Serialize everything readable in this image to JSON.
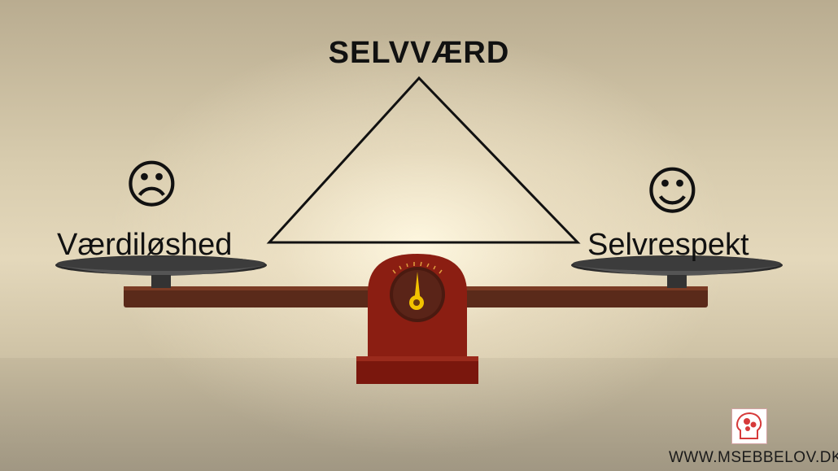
{
  "title": "SELVVÆRD",
  "left_label": "Værdiløshed",
  "right_label": "Selvrespekt",
  "left_face_icon": "sad-face-icon",
  "right_face_icon": "happy-face-icon",
  "left_face_glyph": "☹",
  "right_face_glyph": "☺",
  "watermark": "WWW.MSEBBELOV.DK",
  "colors": {
    "scale_base": "#8b1e12",
    "beam": "#5a2a1a",
    "needle": "#f2c200",
    "logo_accent": "#d63a3a"
  }
}
